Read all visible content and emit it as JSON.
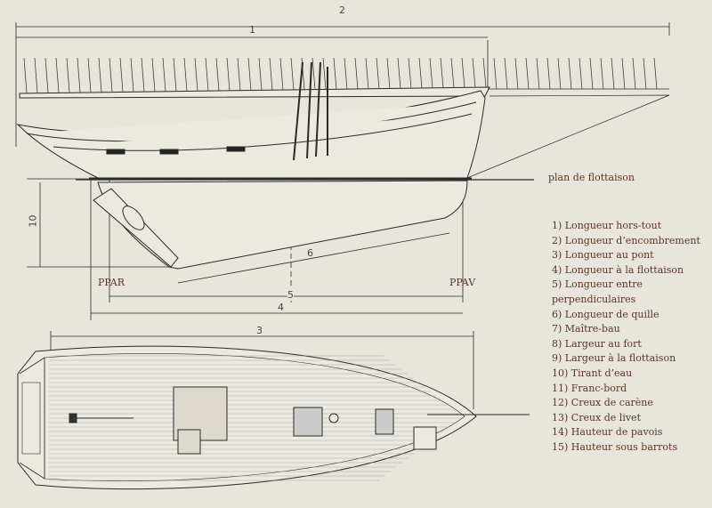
{
  "diagram": {
    "waterline_label": "plan de flottaison",
    "aft_perpendicular": "PPAR",
    "fore_perpendicular": "PPAV",
    "dimension_numbers": {
      "d1": "1",
      "d2": "2",
      "d3": "3",
      "d4": "4",
      "d5": "5",
      "d6": "6",
      "d10": "10"
    }
  },
  "legend": [
    "1) Longueur hors-tout",
    "2) Longueur d’encombrement",
    "3) Longueur au pont",
    "4) Longueur à la flottaison",
    "5) Longueur entre",
    "perpendiculaires",
    "6) Longueur de quille",
    "7) Maître-bau",
    "8) Largeur au fort",
    "9) Largeur à la flottaison",
    "10) Tirant d’eau",
    "11) Franc-bord",
    "12) Creux de carène",
    "13) Creux de livet",
    "14) Hauteur de pavois",
    "15) Hauteur sous barrots"
  ]
}
